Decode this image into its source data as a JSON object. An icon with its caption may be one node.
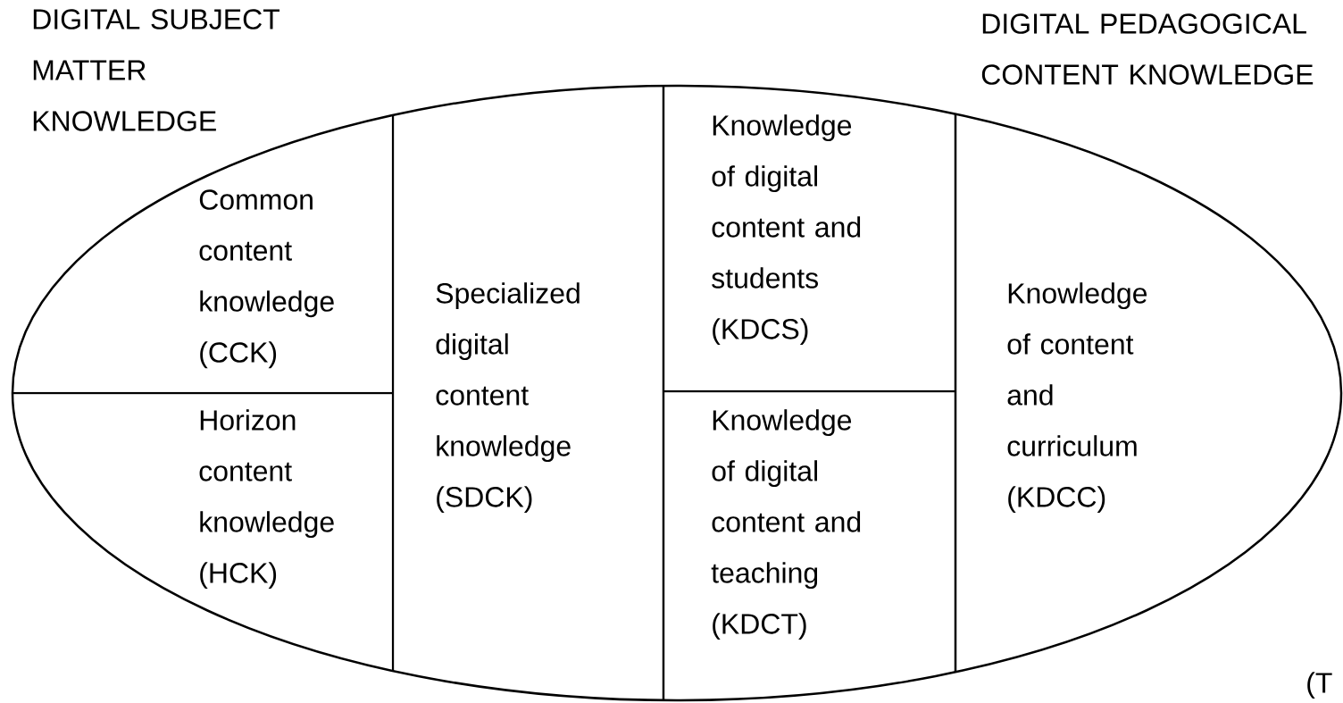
{
  "diagram": {
    "nodes": [
      {
        "text": [],
        "shape": "ellipse"
      },
      {
        "text": [
          "Common content knowledge (CCK)"
        ],
        "in": 0
      },
      {
        "text": [
          "Horizon content knowledge (HCK)"
        ],
        "in": 0
      },
      {
        "text": [
          "Specialized digital content knowledge (SDCK)"
        ],
        "in": 0
      },
      {
        "text": [
          "Knowledge of digital content and students (KDCS)"
        ],
        "in": 0
      },
      {
        "text": [
          "Knowledge of digital content and teaching (KDCT)"
        ],
        "in": 0
      },
      {
        "text": [
          "Knowledge of content and curriculum (KDCC)"
        ],
        "in": 0
      }
    ],
    "labels": [
      "DIGITAL SUBJECT MATTER KNOWLEDGE",
      "DIGITAL PEDAGOGICAL CONTENT KNOWLEDGE",
      "(T"
    ]
  }
}
